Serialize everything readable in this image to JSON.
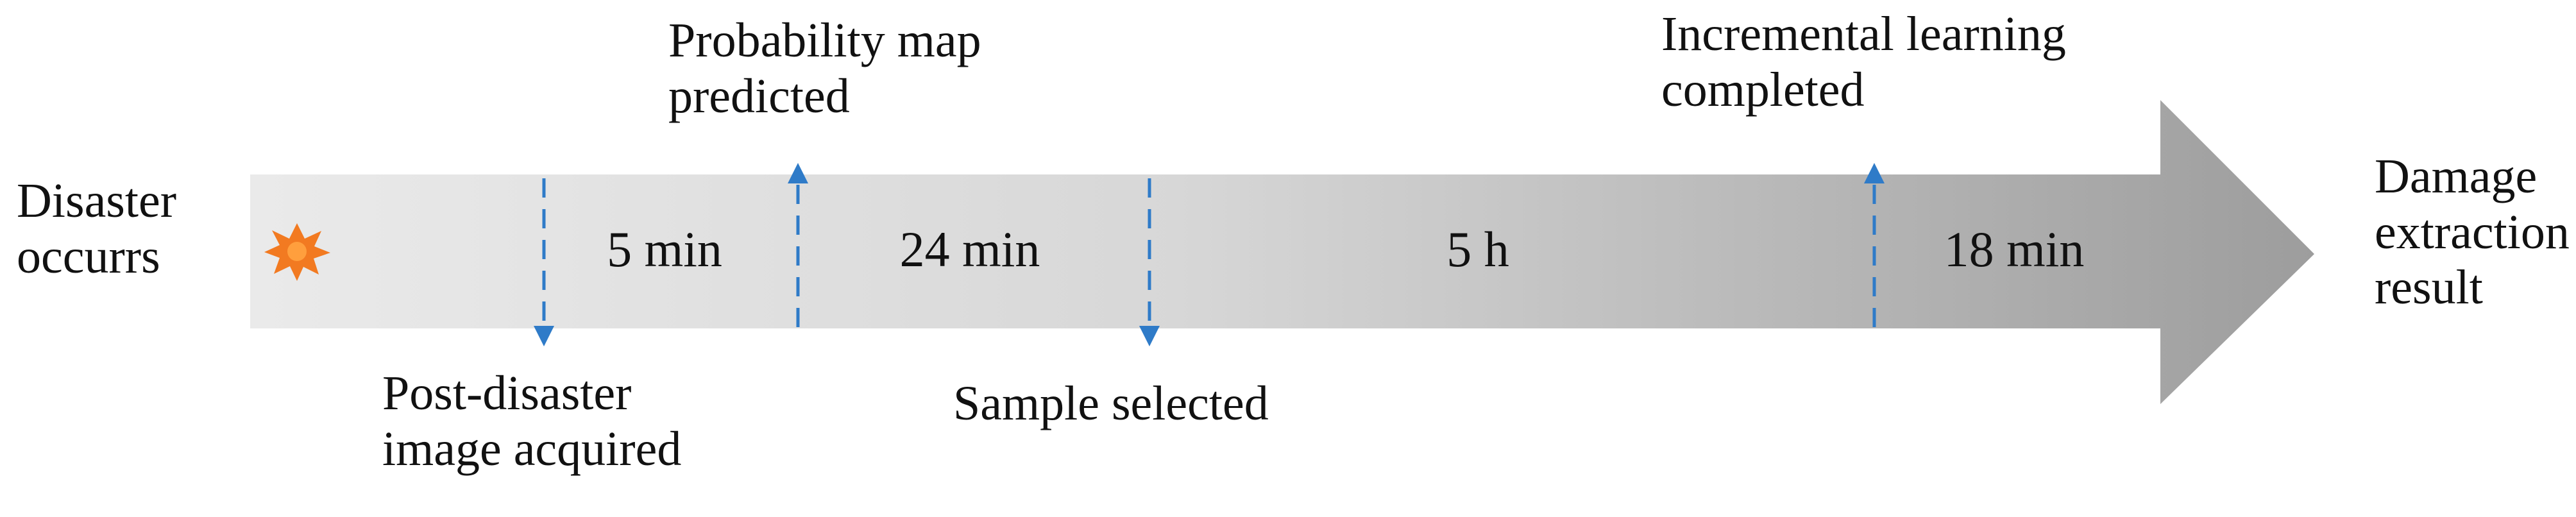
{
  "start_label": [
    "Disaster",
    "occurrs"
  ],
  "end_label": [
    "Damage",
    "extraction",
    "result"
  ],
  "events": [
    {
      "label": [
        "Post-disaster",
        "image acquired"
      ],
      "direction": "down"
    },
    {
      "label": [
        "Probability map",
        "predicted"
      ],
      "direction": "up"
    },
    {
      "label": [
        "Sample selected"
      ],
      "direction": "down"
    },
    {
      "label": [
        "Incremental learning",
        "completed"
      ],
      "direction": "up"
    }
  ],
  "durations": [
    "5 min",
    "24 min",
    "5 h",
    "18 min"
  ],
  "colors": {
    "arrow_light": "#eaeaea",
    "arrow_dark": "#9d9d9d",
    "marker_blue": "#2f7bc8",
    "burst_orange": "#f27a21",
    "text": "#111111"
  },
  "icons": {
    "start_marker": "explosion-burst-icon"
  }
}
